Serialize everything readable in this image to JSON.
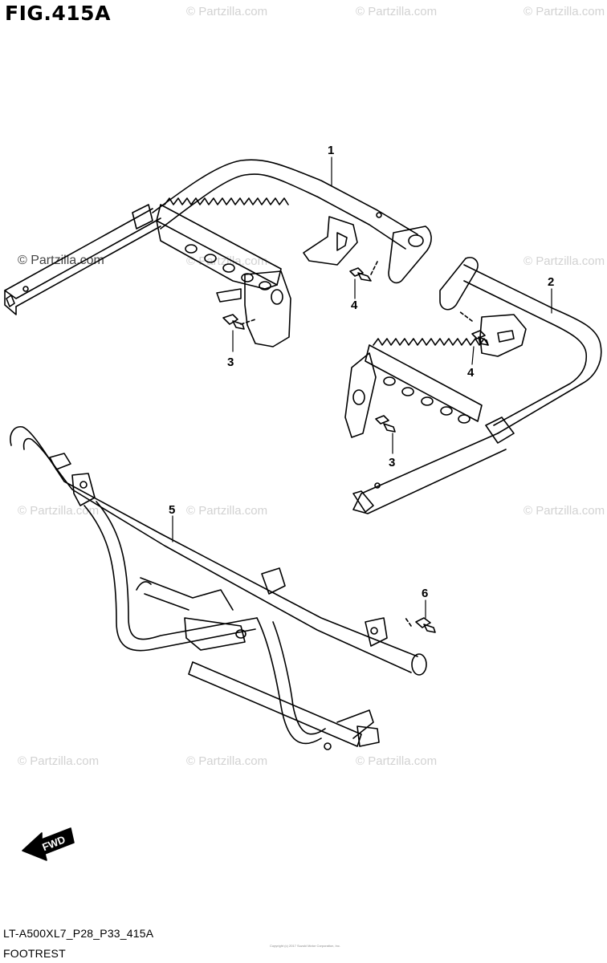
{
  "figure": {
    "title": "FIG.415A"
  },
  "watermarks": [
    "© Partzilla.com",
    "© Partzilla.com",
    "© Partzilla.com",
    "© Partzilla.com",
    "© Partzilla.com",
    "© Partzilla.com",
    "© Partzilla.com",
    "© Partzilla.com",
    "© Partzilla.com",
    "© Partzilla.com",
    "© Partzilla.com",
    "© Partzilla.com"
  ],
  "callouts": [
    {
      "label": "1"
    },
    {
      "label": "2"
    },
    {
      "label": "3"
    },
    {
      "label": "4"
    },
    {
      "label": "3"
    },
    {
      "label": "4"
    },
    {
      "label": "5"
    },
    {
      "label": "6"
    }
  ],
  "fwd_label": "FWD",
  "footer": {
    "code": "LT-A500XL7_P28_P33_415A",
    "name": "FOOTREST",
    "copyright": "Copyright (c) 2017 Suzuki Motor Corporation, Inc."
  },
  "colors": {
    "line": "#000000",
    "watermark": "#d2d2d2",
    "background": "#ffffff"
  }
}
